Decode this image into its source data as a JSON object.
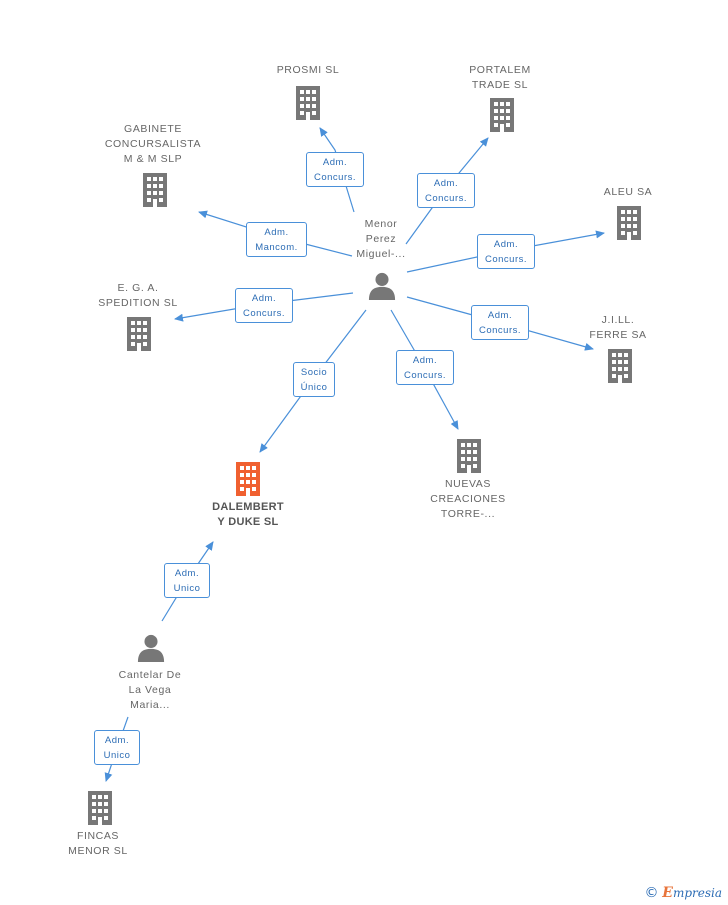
{
  "nodes": {
    "prosmi": {
      "label": "PROSMI SL"
    },
    "portalem": {
      "label": "PORTALEM\nTRADE SL"
    },
    "gabinete": {
      "label": "GABINETE\nCONCURSALISTA\nM & M SLP"
    },
    "aleu": {
      "label": "ALEU SA"
    },
    "ega": {
      "label": "E.  G.  A.\nSPEDITION SL"
    },
    "jill": {
      "label": "J.I.LL.\nFERRE SA"
    },
    "menor_perez": {
      "label": "Menor\nPerez\nMiguel-..."
    },
    "dalembert": {
      "label": "DALEMBERT\nY DUKE SL"
    },
    "nuevas": {
      "label": "NUEVAS\nCREACIONES\nTORRE-..."
    },
    "cantelar": {
      "label": "Cantelar De\nLa Vega\nMaria..."
    },
    "fincas": {
      "label": "FINCAS\nMENOR SL"
    }
  },
  "relations": {
    "prosmi": "Adm.\nConcurs.",
    "portalem": "Adm.\nConcurs.",
    "gabinete": "Adm.\nMancom.",
    "aleu": "Adm.\nConcurs.",
    "ega": "Adm.\nConcurs.",
    "jill": "Adm.\nConcurs.",
    "dalembert": "Socio\nÚnico",
    "nuevas": "Adm.\nConcurs.",
    "cantelar_dalembert": "Adm.\nUnico",
    "cantelar_fincas": "Adm.\nUnico"
  },
  "brand": {
    "symbol": "©",
    "initial": "E",
    "rest": "mpresia"
  },
  "colors": {
    "company": "#777777",
    "person": "#777777",
    "main_company": "#f06030",
    "edge": "#4a90d9"
  }
}
